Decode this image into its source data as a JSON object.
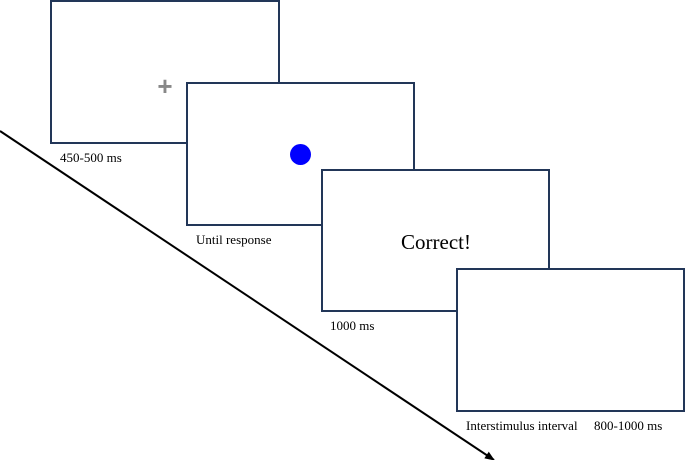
{
  "frames": [
    {
      "id": "fixation",
      "symbol": "+",
      "symbol_color": "#888888",
      "duration_label": "450-500 ms"
    },
    {
      "id": "stimulus",
      "dot_color": "#0000ff",
      "duration_label": "Until response"
    },
    {
      "id": "feedback",
      "text": "Correct!",
      "duration_label": "1000 ms"
    },
    {
      "id": "interval",
      "label": "Interstimulus interval",
      "duration_label": "800-1000 ms"
    }
  ],
  "colors": {
    "frame_border": "#223658",
    "timeline": "#000000"
  }
}
